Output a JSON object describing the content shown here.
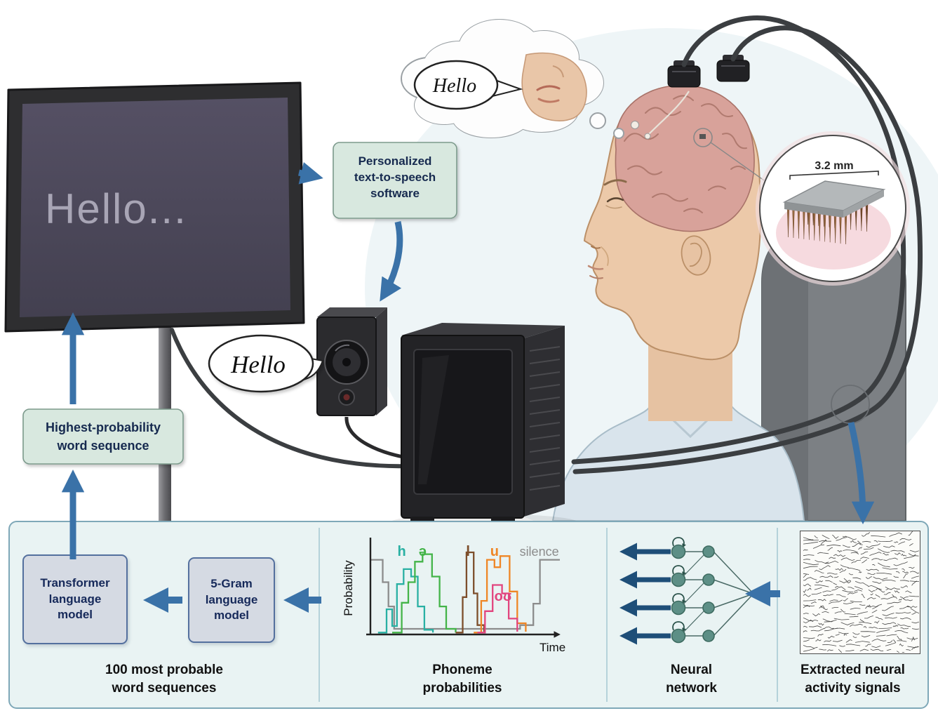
{
  "illustration": {
    "monitor_text": "Hello...",
    "thought_bubble_text": "Hello",
    "speaker_bubble_text": "Hello",
    "electrode_scale_label": "3.2 mm",
    "tts_box_lines": [
      "Personalized",
      "text-to-speech",
      "software"
    ],
    "highest_prob_lines": [
      "Highest-probability",
      "word sequence"
    ]
  },
  "pipeline": {
    "word_sequences": {
      "boxes": [
        {
          "lines": [
            "Transformer",
            "language",
            "model"
          ]
        },
        {
          "lines": [
            "5-Gram",
            "language",
            "model"
          ]
        }
      ],
      "caption": [
        "100 most probable",
        "word sequences"
      ]
    },
    "phonemes": {
      "caption": [
        "Phoneme",
        "probabilities"
      ]
    },
    "neural_network": {
      "caption": [
        "Neural",
        "network"
      ]
    },
    "signals": {
      "caption": [
        "Extracted neural",
        "activity signals"
      ]
    }
  },
  "chart_data": {
    "type": "line",
    "subtype": "step",
    "title": "Phoneme probabilities",
    "xlabel": "Time",
    "ylabel": "Probability",
    "ylim": [
      0,
      1
    ],
    "x_axis": "unlabeled time axis with right arrowhead",
    "series": [
      {
        "name": "silence",
        "color": "#8c8c8c",
        "points": [
          [
            0,
            0.8
          ],
          [
            0.065,
            0.8
          ],
          [
            0.065,
            0.56
          ],
          [
            0.095,
            0.56
          ],
          [
            0.095,
            0.3
          ],
          [
            0.125,
            0.3
          ],
          [
            0.125,
            0.06
          ],
          [
            0.79,
            0.06
          ],
          [
            0.79,
            0.1
          ],
          [
            0.86,
            0.1
          ],
          [
            0.86,
            0.33
          ],
          [
            0.895,
            0.33
          ],
          [
            0.895,
            0.8
          ],
          [
            1,
            0.8
          ]
        ]
      },
      {
        "name": "h",
        "color": "#29b0a3",
        "points": [
          [
            0.04,
            0.02
          ],
          [
            0.085,
            0.02
          ],
          [
            0.085,
            0.27
          ],
          [
            0.115,
            0.27
          ],
          [
            0.115,
            0.09
          ],
          [
            0.14,
            0.09
          ],
          [
            0.14,
            0.54
          ],
          [
            0.175,
            0.54
          ],
          [
            0.175,
            0.7
          ],
          [
            0.215,
            0.7
          ],
          [
            0.215,
            0.62
          ],
          [
            0.25,
            0.62
          ],
          [
            0.25,
            0.3
          ],
          [
            0.285,
            0.3
          ],
          [
            0.285,
            0.05
          ],
          [
            0.33,
            0.05
          ],
          [
            0.33,
            0.02
          ]
        ]
      },
      {
        "name": "ə",
        "color": "#44b449",
        "points": [
          [
            0.115,
            0.02
          ],
          [
            0.165,
            0.02
          ],
          [
            0.165,
            0.34
          ],
          [
            0.2,
            0.34
          ],
          [
            0.2,
            0.56
          ],
          [
            0.235,
            0.56
          ],
          [
            0.235,
            0.78
          ],
          [
            0.275,
            0.78
          ],
          [
            0.275,
            0.86
          ],
          [
            0.325,
            0.86
          ],
          [
            0.325,
            0.62
          ],
          [
            0.365,
            0.62
          ],
          [
            0.365,
            0.3
          ],
          [
            0.4,
            0.3
          ],
          [
            0.4,
            0.06
          ],
          [
            0.45,
            0.06
          ],
          [
            0.45,
            0.02
          ]
        ]
      },
      {
        "name": "l",
        "color": "#7d4e2b",
        "points": [
          [
            0.45,
            0.02
          ],
          [
            0.487,
            0.02
          ],
          [
            0.487,
            0.4
          ],
          [
            0.507,
            0.4
          ],
          [
            0.507,
            0.88
          ],
          [
            0.545,
            0.88
          ],
          [
            0.545,
            0.44
          ],
          [
            0.565,
            0.44
          ],
          [
            0.565,
            0.1
          ],
          [
            0.6,
            0.1
          ],
          [
            0.6,
            0.03
          ]
        ]
      },
      {
        "name": "u",
        "color": "#ef8626",
        "points": [
          [
            0.545,
            0.02
          ],
          [
            0.585,
            0.02
          ],
          [
            0.585,
            0.36
          ],
          [
            0.615,
            0.36
          ],
          [
            0.615,
            0.8
          ],
          [
            0.655,
            0.8
          ],
          [
            0.655,
            0.72
          ],
          [
            0.685,
            0.72
          ],
          [
            0.685,
            0.84
          ],
          [
            0.735,
            0.84
          ],
          [
            0.735,
            0.46
          ],
          [
            0.775,
            0.46
          ],
          [
            0.775,
            0.12
          ],
          [
            0.82,
            0.12
          ],
          [
            0.82,
            0.03
          ]
        ]
      },
      {
        "name": "oʊ",
        "color": "#e2447e",
        "points": [
          [
            0.565,
            0.02
          ],
          [
            0.605,
            0.02
          ],
          [
            0.605,
            0.25
          ],
          [
            0.645,
            0.25
          ],
          [
            0.645,
            0.53
          ],
          [
            0.695,
            0.53
          ],
          [
            0.695,
            0.44
          ],
          [
            0.73,
            0.44
          ],
          [
            0.73,
            0.17
          ],
          [
            0.775,
            0.17
          ],
          [
            0.775,
            0.03
          ]
        ]
      }
    ],
    "labels": [
      {
        "text": "h",
        "color": "#29b0a3",
        "fx": 0.165,
        "y": 40
      },
      {
        "text": "ə",
        "color": "#44b449",
        "fx": 0.275,
        "y": 40
      },
      {
        "text": "l",
        "color": "#7d4e2b",
        "fx": 0.515,
        "y": 40
      },
      {
        "text": "u",
        "color": "#ef8626",
        "fx": 0.655,
        "y": 40
      },
      {
        "text": "oʊ",
        "color": "#e2447e",
        "fx": 0.7,
        "y": 104
      },
      {
        "text": "silence",
        "color": "#8c8c8c",
        "fx": 0.995,
        "y": 40,
        "anchor": "end"
      }
    ],
    "legend": "inline colored phoneme labels above curves"
  },
  "colors": {
    "arrow_blue": "#3a72a8",
    "arrow_navy": "#1e4e78",
    "mint_box_bg": "#d8e8df",
    "mint_box_border": "#7c9a8c",
    "model_box_bg": "#d5dae3",
    "model_box_border": "#54709e",
    "panel_bg": "#e9f3f3",
    "panel_border": "#7fa8b8",
    "node_teal": "#5d8f86",
    "monitor_screen": "#4c4859",
    "monitor_text": "#a8a5b5"
  }
}
